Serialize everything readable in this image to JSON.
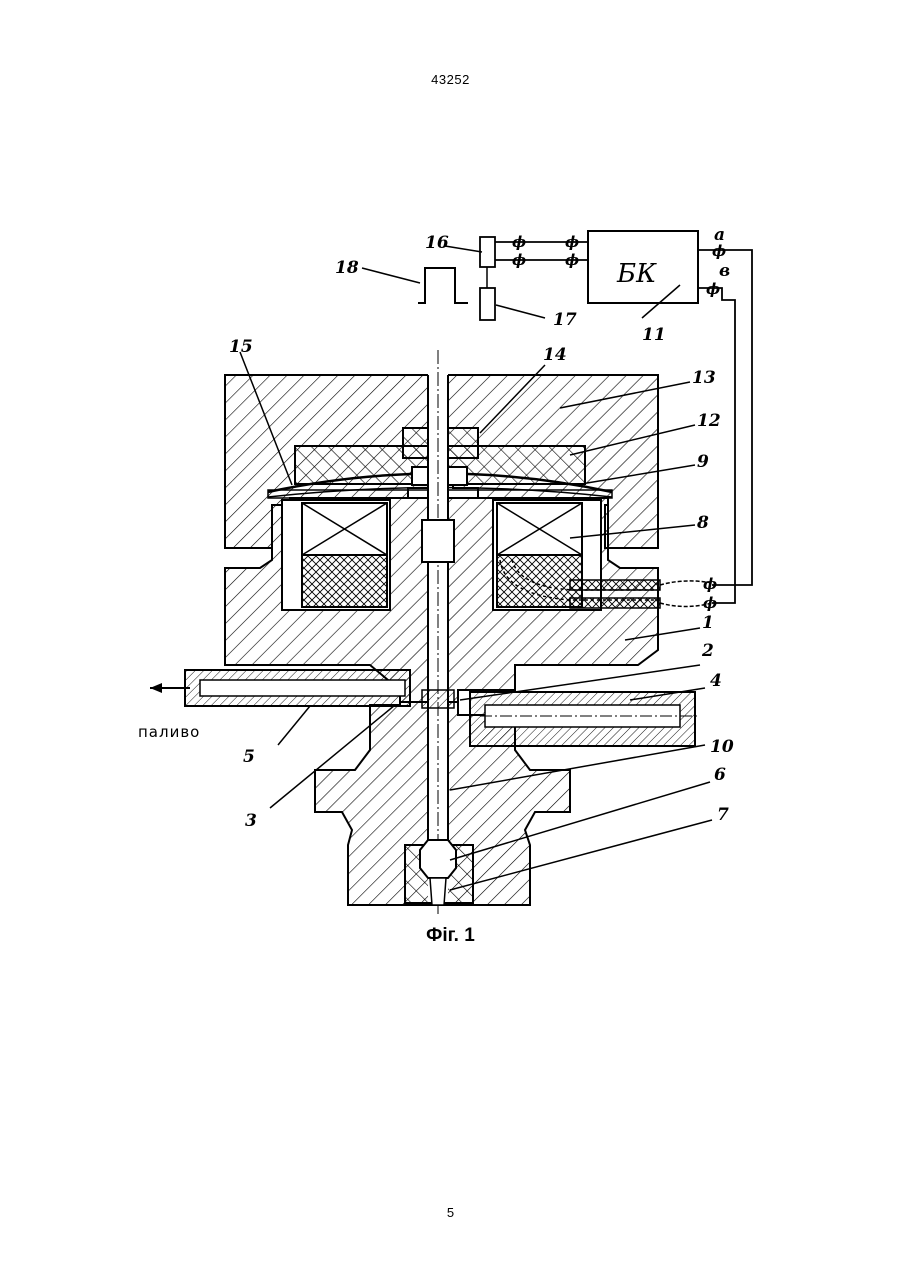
{
  "header": {
    "doc_number": "43252"
  },
  "footer": {
    "page_number": "5"
  },
  "figure": {
    "caption": "Фіг. 1",
    "block_label": "БК",
    "terminal_a": "а",
    "terminal_b": "в",
    "fuel_label": "паливо",
    "part_labels": {
      "p1": "1",
      "p2": "2",
      "p3": "3",
      "p4": "4",
      "p5": "5",
      "p6": "6",
      "p7": "7",
      "p8": "8",
      "p9": "9",
      "p10": "10",
      "p11": "11",
      "p12": "12",
      "p13": "13",
      "p14": "14",
      "p15": "15",
      "p16": "16",
      "p17": "17",
      "p18": "18"
    }
  }
}
